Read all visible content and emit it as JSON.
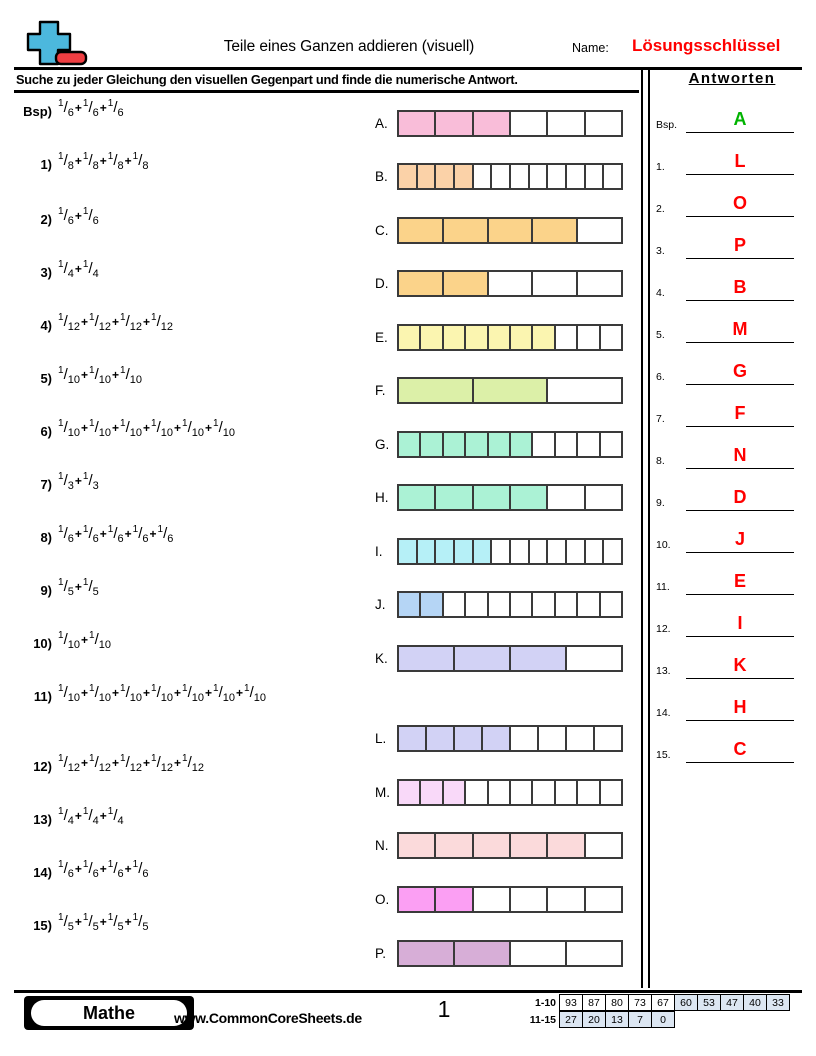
{
  "header": {
    "title": "Teile eines Ganzen addieren (visuell)",
    "name_label": "Name:",
    "name_value": "Lösungsschlüssel",
    "logo_icon": "plus-eraser-icon"
  },
  "instruction": "Suche zu jeder Gleichung den visuellen Gegenpart und finde die numerische Antwort.",
  "equations": [
    {
      "num": "Bsp)",
      "denominator": 6,
      "count": 3
    },
    {
      "num": "1)",
      "denominator": 8,
      "count": 4
    },
    {
      "num": "2)",
      "denominator": 6,
      "count": 2
    },
    {
      "num": "3)",
      "denominator": 4,
      "count": 2
    },
    {
      "num": "4)",
      "denominator": 12,
      "count": 4
    },
    {
      "num": "5)",
      "denominator": 10,
      "count": 3
    },
    {
      "num": "6)",
      "denominator": 10,
      "count": 6
    },
    {
      "num": "7)",
      "denominator": 3,
      "count": 2
    },
    {
      "num": "8)",
      "denominator": 6,
      "count": 5
    },
    {
      "num": "9)",
      "denominator": 5,
      "count": 2
    },
    {
      "num": "10)",
      "denominator": 10,
      "count": 2
    },
    {
      "num": "11)",
      "denominator": 10,
      "count": 7
    },
    {
      "num": "12)",
      "denominator": 12,
      "count": 5
    },
    {
      "num": "13)",
      "denominator": 4,
      "count": 3
    },
    {
      "num": "14)",
      "denominator": 6,
      "count": 4
    },
    {
      "num": "15)",
      "denominator": 5,
      "count": 4
    }
  ],
  "bars": [
    {
      "label": "A.",
      "total": 6,
      "filled": 3,
      "color": "#f9bdd9"
    },
    {
      "label": "B.",
      "total": 12,
      "filled": 4,
      "color": "#fbd2a8"
    },
    {
      "label": "C.",
      "total": 5,
      "filled": 4,
      "color": "#fbd38a"
    },
    {
      "label": "D.",
      "total": 5,
      "filled": 2,
      "color": "#fbd38a"
    },
    {
      "label": "E.",
      "total": 10,
      "filled": 7,
      "color": "#fbf5b0"
    },
    {
      "label": "F.",
      "total": 3,
      "filled": 2,
      "color": "#dcf0a8"
    },
    {
      "label": "G.",
      "total": 10,
      "filled": 6,
      "color": "#abf2d5"
    },
    {
      "label": "H.",
      "total": 6,
      "filled": 4,
      "color": "#abf2d5"
    },
    {
      "label": "I.",
      "total": 12,
      "filled": 5,
      "color": "#b6f0f7"
    },
    {
      "label": "J.",
      "total": 10,
      "filled": 2,
      "color": "#b5d5f5"
    },
    {
      "label": "K.",
      "total": 4,
      "filled": 3,
      "color": "#d2d2f5"
    },
    {
      "label": "L.",
      "total": 8,
      "filled": 4,
      "color": "#d2d2f5"
    },
    {
      "label": "M.",
      "total": 10,
      "filled": 3,
      "color": "#f9d9f9"
    },
    {
      "label": "N.",
      "total": 6,
      "filled": 5,
      "color": "#fbdadb"
    },
    {
      "label": "O.",
      "total": 6,
      "filled": 2,
      "color": "#fb9ff3"
    },
    {
      "label": "P.",
      "total": 4,
      "filled": 2,
      "color": "#d7aed7"
    }
  ],
  "answers": {
    "title": "Antworten",
    "rows": [
      {
        "idx": "Bsp.",
        "value": "A"
      },
      {
        "idx": "1.",
        "value": "L"
      },
      {
        "idx": "2.",
        "value": "O"
      },
      {
        "idx": "3.",
        "value": "P"
      },
      {
        "idx": "4.",
        "value": "B"
      },
      {
        "idx": "5.",
        "value": "M"
      },
      {
        "idx": "6.",
        "value": "G"
      },
      {
        "idx": "7.",
        "value": "F"
      },
      {
        "idx": "8.",
        "value": "N"
      },
      {
        "idx": "9.",
        "value": "D"
      },
      {
        "idx": "10.",
        "value": "J"
      },
      {
        "idx": "11.",
        "value": "E"
      },
      {
        "idx": "12.",
        "value": "I"
      },
      {
        "idx": "13.",
        "value": "K"
      },
      {
        "idx": "14.",
        "value": "H"
      },
      {
        "idx": "15.",
        "value": "C"
      }
    ]
  },
  "footer": {
    "subject": "Mathe",
    "site": "www.CommonCoreSheets.de",
    "page_number": "1",
    "score_table": {
      "rows": [
        {
          "range": "1-10",
          "cells": [
            {
              "v": "93",
              "shaded": false
            },
            {
              "v": "87",
              "shaded": false
            },
            {
              "v": "80",
              "shaded": false
            },
            {
              "v": "73",
              "shaded": false
            },
            {
              "v": "67",
              "shaded": false
            },
            {
              "v": "60",
              "shaded": true
            },
            {
              "v": "53",
              "shaded": true
            },
            {
              "v": "47",
              "shaded": true
            },
            {
              "v": "40",
              "shaded": true
            },
            {
              "v": "33",
              "shaded": true
            }
          ]
        },
        {
          "range": "11-15",
          "cells": [
            {
              "v": "27",
              "shaded": true
            },
            {
              "v": "20",
              "shaded": true
            },
            {
              "v": "13",
              "shaded": true
            },
            {
              "v": "7",
              "shaded": true
            },
            {
              "v": "0",
              "shaded": true
            }
          ]
        }
      ]
    }
  },
  "colors": {
    "answer_example": "#00b300",
    "answer_key": "#ff0000",
    "score_shade": "#dce6f2"
  }
}
